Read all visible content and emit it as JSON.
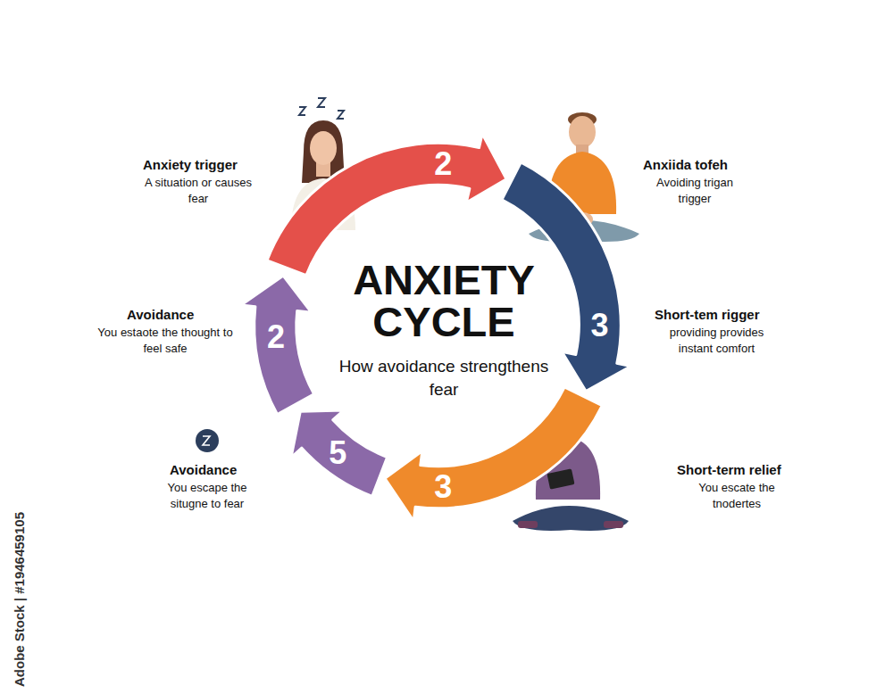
{
  "diagram": {
    "title": "ANXIETY CYCLE",
    "nodes": [
      {
        "text": [
          "2"
        ]
      },
      {
        "text": [
          "3"
        ]
      },
      {
        "text": [
          "3"
        ]
      },
      {
        "text": [
          "5"
        ]
      },
      {
        "text": [
          "2"
        ]
      }
    ],
    "labels": [
      "Anxiety trigger",
      "A situation or causes fear",
      "Anxiida tofeh",
      "Avoiding trigan trigger",
      "Short-tem rigger",
      "providing provides instant comfort",
      "Short-term relief",
      "You escate the tnodertes",
      "Avoidance",
      "You estaote the thought to feel safe",
      "Avoidance",
      "You escape the situgne to fear",
      "How avoidance strengthens fear",
      "Adobe Stock | #1946459105"
    ]
  }
}
